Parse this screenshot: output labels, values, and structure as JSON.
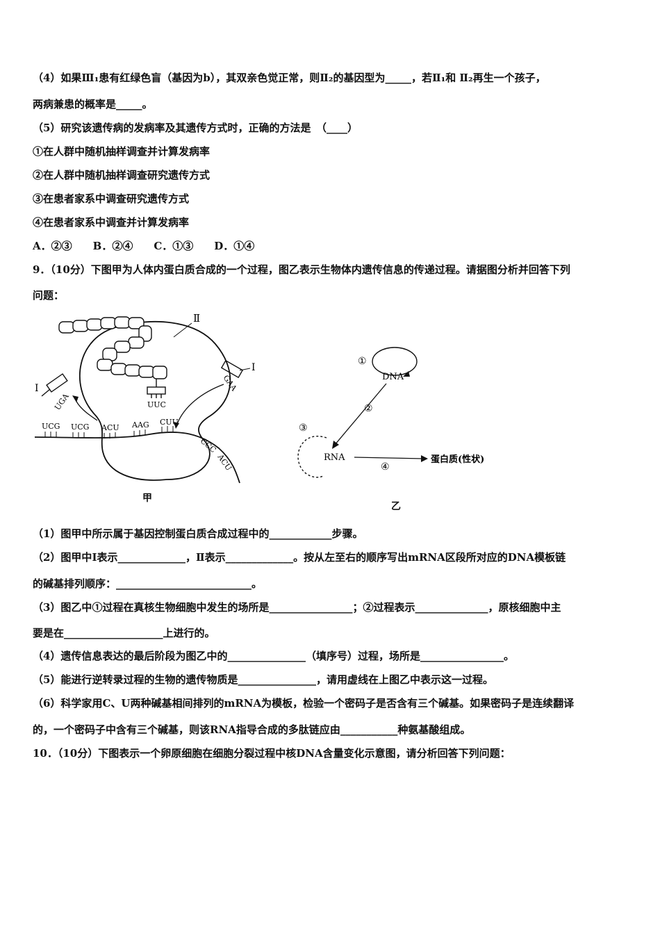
{
  "q8": {
    "p4_line1": "（4）如果Ⅲ₁患有红绿色盲（基因为b），其双亲色觉正常，则Ⅱ₂的基因型为_____，若Ⅱ₁和 Ⅱ₂再生一个孩子，",
    "p4_line2": "两病兼患的概率是_____。",
    "p5": "（5）研究该遗传病的发病率及其遗传方式时，正确的方法是　（____）",
    "opt1": "①在人群中随机抽样调查并计算发病率",
    "opt2": "②在人群中随机抽样调查研究遗传方式",
    "opt3": "③在患者家系中调查研究遗传方式",
    "opt4": "④在患者家系中调查并计算发病率",
    "choices": "A．②③　　B．②④　　C．①③　　D．①④"
  },
  "q9": {
    "stem_line1": "9．（10分）下图甲为人体内蛋白质合成的一个过程，图乙表示生物体内遗传信息的传递过程。请据图分析并回答下列",
    "stem_line2": "问题：",
    "figure_jia": {
      "label_II": "Ⅱ",
      "label_I_left": "I",
      "label_I_right": "I",
      "anticodon_left": "UGA",
      "anticodon_right": "GAA",
      "anticodon_center": "UUC",
      "codons": [
        "UCG",
        "UCG",
        "ACU",
        "AAG",
        "CUU",
        "CCC",
        "ACU"
      ],
      "caption": "甲"
    },
    "figure_yi": {
      "dna": "DNA",
      "rna": "RNA",
      "protein": "蛋白质(性状)",
      "n1": "①",
      "n2": "②",
      "n3": "③",
      "n4": "④",
      "caption": "乙"
    },
    "s1": "（1）图甲中所示属于基因控制蛋白质合成过程中的____________步骤。",
    "s2_line1": "（2）图甲中Ⅰ表示_____________，Ⅱ表示_____________。按从左至右的顺序写出mRNA区段所对应的DNA模板链",
    "s2_line2": "的碱基排列顺序：__________________________。",
    "s3_line1": "（3）图乙中①过程在真核生物细胞中发生的场所是________________；②过程表示______________，原核细胞中主",
    "s3_line2": "要是在___________________上进行的。",
    "s4": "（4）遗传信息表达的最后阶段为图乙中的_______________（填序号）过程，场所是________________。",
    "s5": "（5）能进行逆转录过程的生物的遗传物质是_______________，请用虚线在上图乙中表示这一过程。",
    "s6_line1": "（6）科学家用C、U两种碱基相间排列的mRNA为模板，检验一个密码子是否含有三个碱基。如果密码子是连续翻译",
    "s6_line2": "的，一个密码子中含有三个碱基，则该RNA指导合成的多肽链应由___________种氨基酸组成。"
  },
  "q10": {
    "stem": "10．（10分）下图表示一个卵原细胞在细胞分裂过程中核DNA含量变化示意图，请分析回答下列问题："
  }
}
